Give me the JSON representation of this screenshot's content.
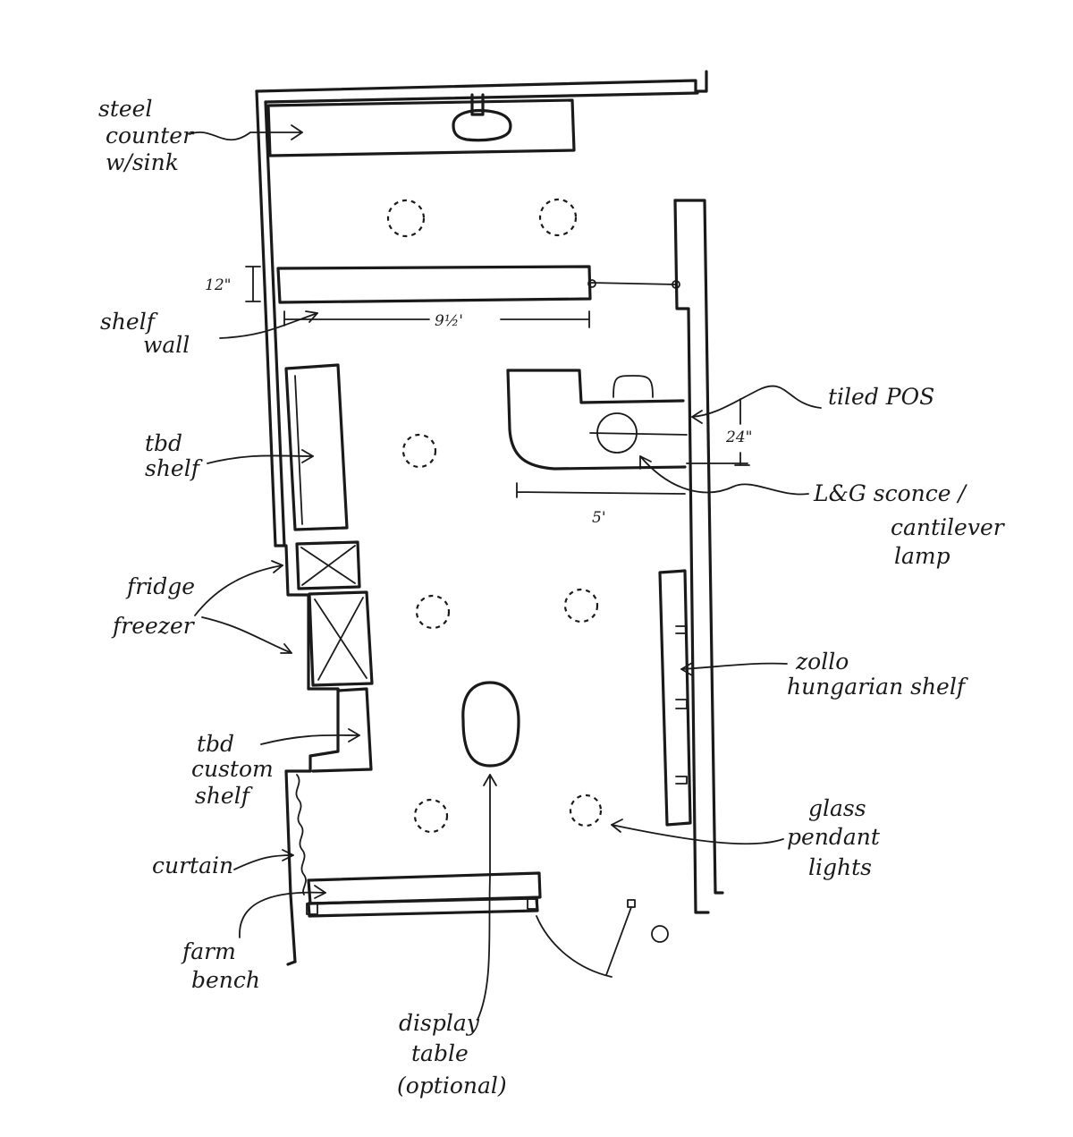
{
  "labels": {
    "steel_counter": [
      "steel",
      "counter",
      "w/sink"
    ],
    "shelf_wall": [
      "shelf",
      "wall"
    ],
    "tbd_shelf": [
      "tbd",
      "shelf"
    ],
    "fridge_freezer": [
      "fridge",
      "freezer"
    ],
    "tbd_custom_shelf": [
      "tbd",
      "custom",
      "shelf"
    ],
    "curtain": "curtain",
    "farm_bench": [
      "farm",
      "bench"
    ],
    "display_table": [
      "display",
      "table",
      "(optional)"
    ],
    "tiled_pos": "tiled POS",
    "sconce": [
      "L&G sconce /",
      "cantilever",
      "lamp"
    ],
    "zollo_shelf": [
      "zollo",
      "hungarian shelf"
    ],
    "pendant_lights": [
      "glass",
      "pendant",
      "lights"
    ]
  },
  "dimensions": {
    "shelf_depth": "12\"",
    "shelf_length": "9½'",
    "pos_depth": "24\"",
    "pos_length": "5'"
  }
}
